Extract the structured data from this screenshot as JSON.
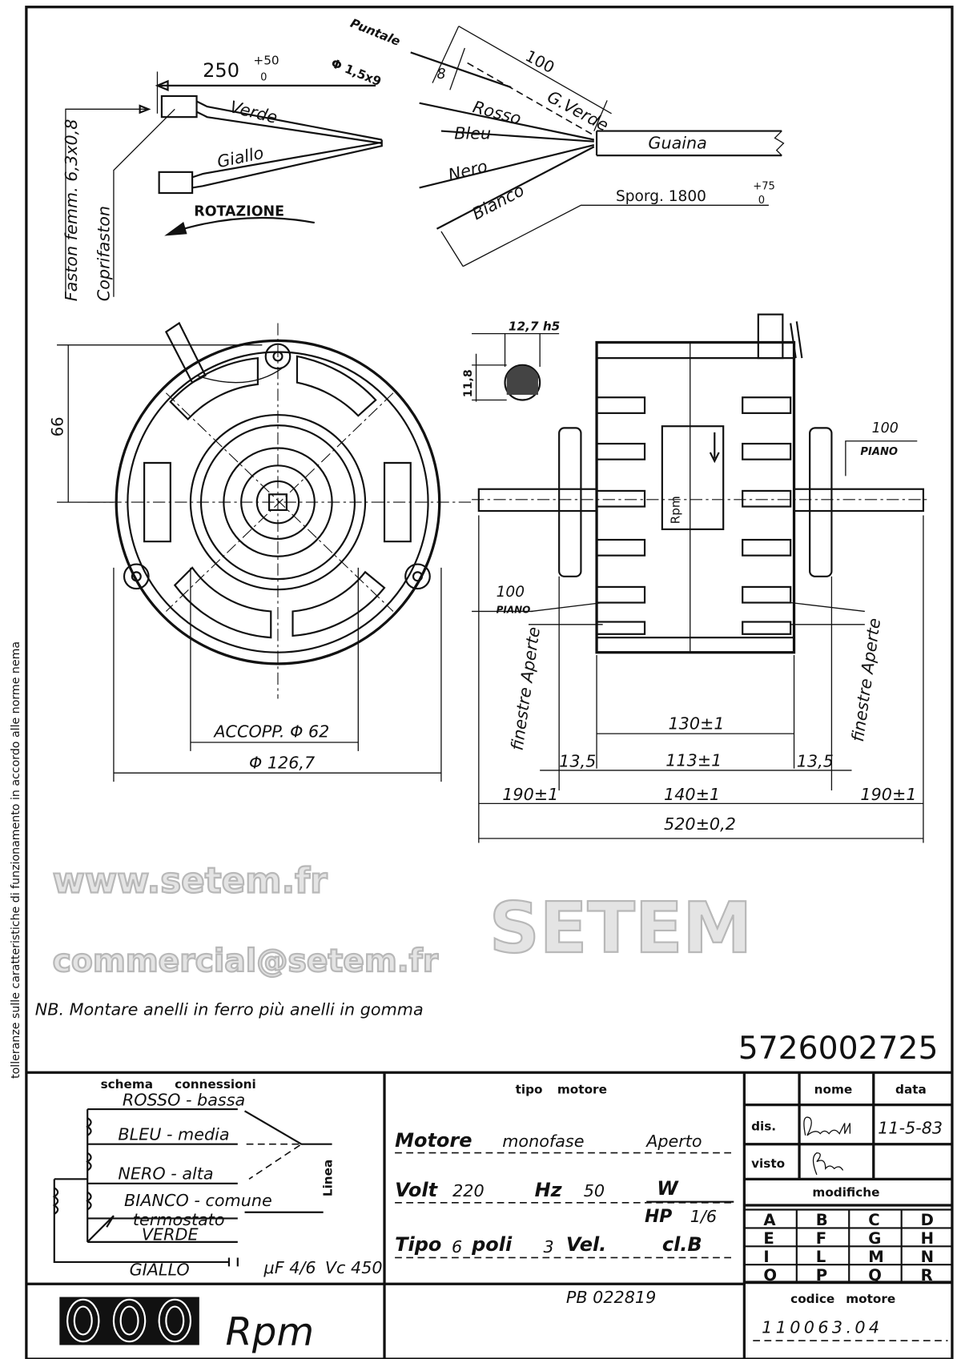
{
  "side_note": "tolleranze sulle caratteristiche di funzionamento in accordo alle norme nema",
  "wiring": {
    "lead_length": "250",
    "lead_tol_upper": "+50",
    "lead_tol_lower": "0",
    "verde": "Verde",
    "giallo": "Giallo",
    "faston": "Faston femm. 6,3x0,8",
    "coprifaston": "Coprifaston",
    "rotation": "ROTAZIONE",
    "puntale": "Puntale",
    "puntale_size": "Φ 1,5x9",
    "strip_len": "8",
    "fan_len": "100",
    "wires": [
      "G.Verde",
      "Rosso",
      "Bleu",
      "Nero",
      "Bianco"
    ],
    "sheath": "Guaina",
    "protrusion": "Sporg. 1800",
    "protrusion_tol_upper": "+75",
    "protrusion_tol_lower": "0"
  },
  "front_view": {
    "height_dim": "66",
    "flat_dim": "100",
    "flat_label": "PIANO",
    "coupling": "ACCOPP. Φ 62",
    "diameter": "Φ 126,7"
  },
  "side_view": {
    "shaft_dia": "12,7 h5",
    "flat_depth": "11,8",
    "flat_dim": "100",
    "flat_label": "PIANO",
    "brand": "Rpm",
    "windows": "finestre Aperte",
    "dims": {
      "d130": "130±1",
      "d113": "113±1",
      "d13_left": "13,5",
      "d13_right": "13,5",
      "d190_left": "190±1",
      "d140": "140±1",
      "d190_right": "190±1",
      "d520": "520±0,2"
    }
  },
  "note": "NB. Montare anelli in ferro più anelli in gomma",
  "drawing_number": "5726002725",
  "watermark": [
    "www.setem.fr",
    "SETEM",
    "commercial@setem.fr"
  ],
  "title_block": {
    "schema": {
      "title": "schema connessioni",
      "leads": [
        "ROSSO - bassa",
        "BLEU - media",
        "NERO - alta",
        "BIANCO - comune"
      ],
      "thermostat": "termostato",
      "thermo_lead": "VERDE",
      "cap_lead": "GIALLO",
      "capacitor": "μF 4/6",
      "voltage": "Vc 450",
      "line": "Linea"
    },
    "motor": {
      "title": "tipo motore",
      "l1_key": "Motore",
      "l1_val": "monofase",
      "l1_val2": "Aperto",
      "volt_key": "Volt",
      "volt": "220",
      "hz_key": "Hz",
      "hz": "50",
      "w_key": "W",
      "hp_key": "HP",
      "hp": "1/6",
      "type_key": "Tipo",
      "poles": "6",
      "poles_key": "poli",
      "speeds": "3",
      "speeds_key": "Vel.",
      "class": "cl.B"
    },
    "pb": "PB 022819",
    "approval": {
      "col_name": "nome",
      "col_date": "data",
      "row_drawn": "dis.",
      "row_checked": "visto",
      "drawn_date": "11-5-83"
    },
    "modifications": {
      "title": "modifiche",
      "letters": [
        "A",
        "B",
        "C",
        "D",
        "E",
        "F",
        "G",
        "H",
        "I",
        "L",
        "M",
        "N",
        "O",
        "P",
        "Q",
        "R"
      ]
    },
    "motor_code_label": "codice motore",
    "motor_code": "110063.04",
    "logo": "Rpm"
  }
}
